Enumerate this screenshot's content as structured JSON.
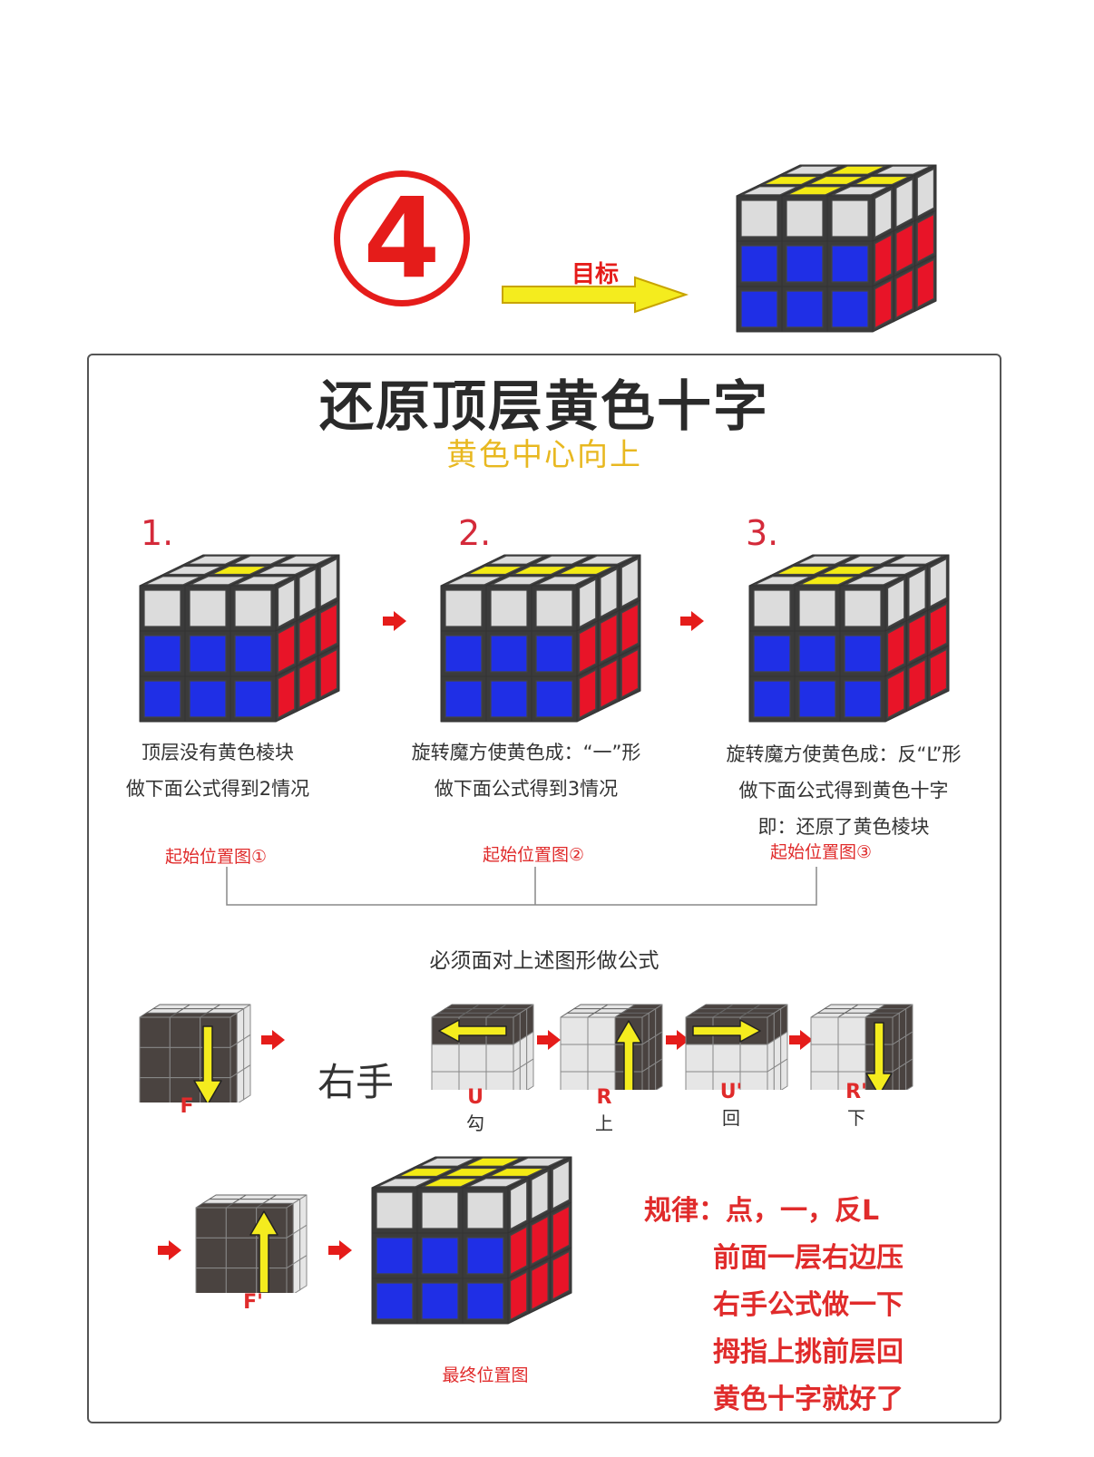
{
  "header": {
    "step_badge": "4",
    "goal_label": "目标"
  },
  "panel": {
    "title": "还原顶层黄色十字",
    "subtitle": "黄色中心向上"
  },
  "steps": [
    {
      "number": "1.",
      "lines": [
        "顶层没有黄色棱块",
        "做下面公式得到2情况"
      ],
      "start_label": "起始位置图①"
    },
    {
      "number": "2.",
      "lines": [
        "旋转魔方使黄色成：“一”形",
        "做下面公式得到3情况"
      ],
      "start_label": "起始位置图②"
    },
    {
      "number": "3.",
      "lines": [
        "旋转魔方使黄色成：反“L”形",
        "做下面公式得到黄色十字",
        "即：还原了黄色棱块"
      ],
      "start_label": "起始位置图③"
    }
  ],
  "must_text": "必须面对上述图形做公式",
  "formula": {
    "right_hand_label": "右手",
    "moves": [
      {
        "code": "F",
        "name": ""
      },
      {
        "code": "U",
        "name": "勾"
      },
      {
        "code": "R",
        "name": "上"
      },
      {
        "code": "U'",
        "name": "回"
      },
      {
        "code": "R'",
        "name": "下"
      },
      {
        "code": "F'",
        "name": ""
      }
    ],
    "final_label": "最终位置图"
  },
  "rules": {
    "lines": [
      "规律：点，一，反L",
      "前面一层右边压",
      "右手公式做一下",
      "拇指上挑前层回",
      "黄色十字就好了"
    ]
  },
  "colors": {
    "yellow": "#f3ea14",
    "blue": "#1f2fe6",
    "red": "#e81428",
    "white": "#dcdcdc",
    "dark": "#4a4340",
    "accent_red": "#e02b2b",
    "arrow_yellow": "#f4ec1e"
  },
  "icons": [
    "number-4-badge-icon",
    "goal-arrow-icon",
    "cube-icon",
    "red-arrow-icon",
    "yellow-arrow-icon"
  ]
}
